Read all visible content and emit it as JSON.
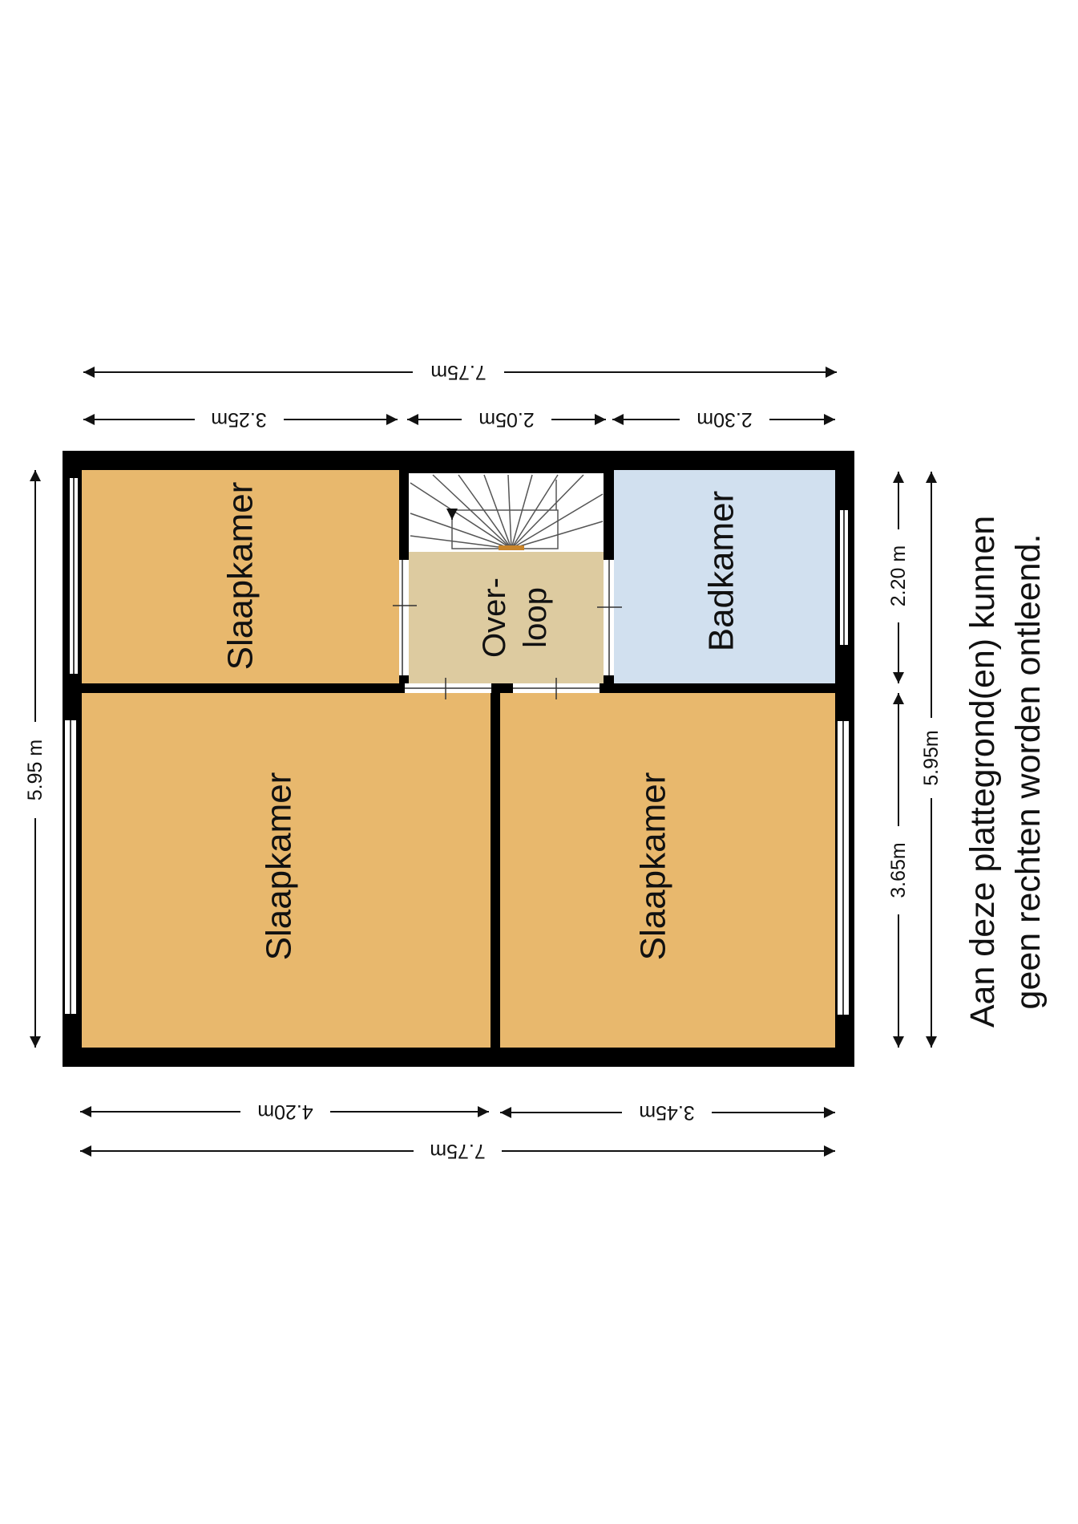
{
  "colors": {
    "bedroom": "#E8B86D",
    "bathroom": "#D1E0EF",
    "landing": "#DDCBA0",
    "stairs": "#FFFFFF",
    "wall": "#000000",
    "window": "#FFFFFF",
    "line": "#111111"
  },
  "rooms": {
    "bedroom_top": "Slaapkamer",
    "stairs": "",
    "landing_line1": "Over-",
    "landing_line2": "loop",
    "bathroom": "Badkamer",
    "bedroom_left": "Slaapkamer",
    "bedroom_right": "Slaapkamer"
  },
  "dimensions": {
    "top_total": "7.75m",
    "top_left": "3.25m",
    "top_middle": "2.05m",
    "top_right": "2.30m",
    "bottom_left": "4.20m",
    "bottom_right": "3.45m",
    "bottom_total": "7.75m",
    "left_total": "5.95 m",
    "right_upper": "2.20 m",
    "right_lower": "3.65m",
    "right_total": "5.95m"
  },
  "note": {
    "line1": "Aan deze plattegrond(en) kunnen",
    "line2": "geen rechten worden ontleend."
  }
}
